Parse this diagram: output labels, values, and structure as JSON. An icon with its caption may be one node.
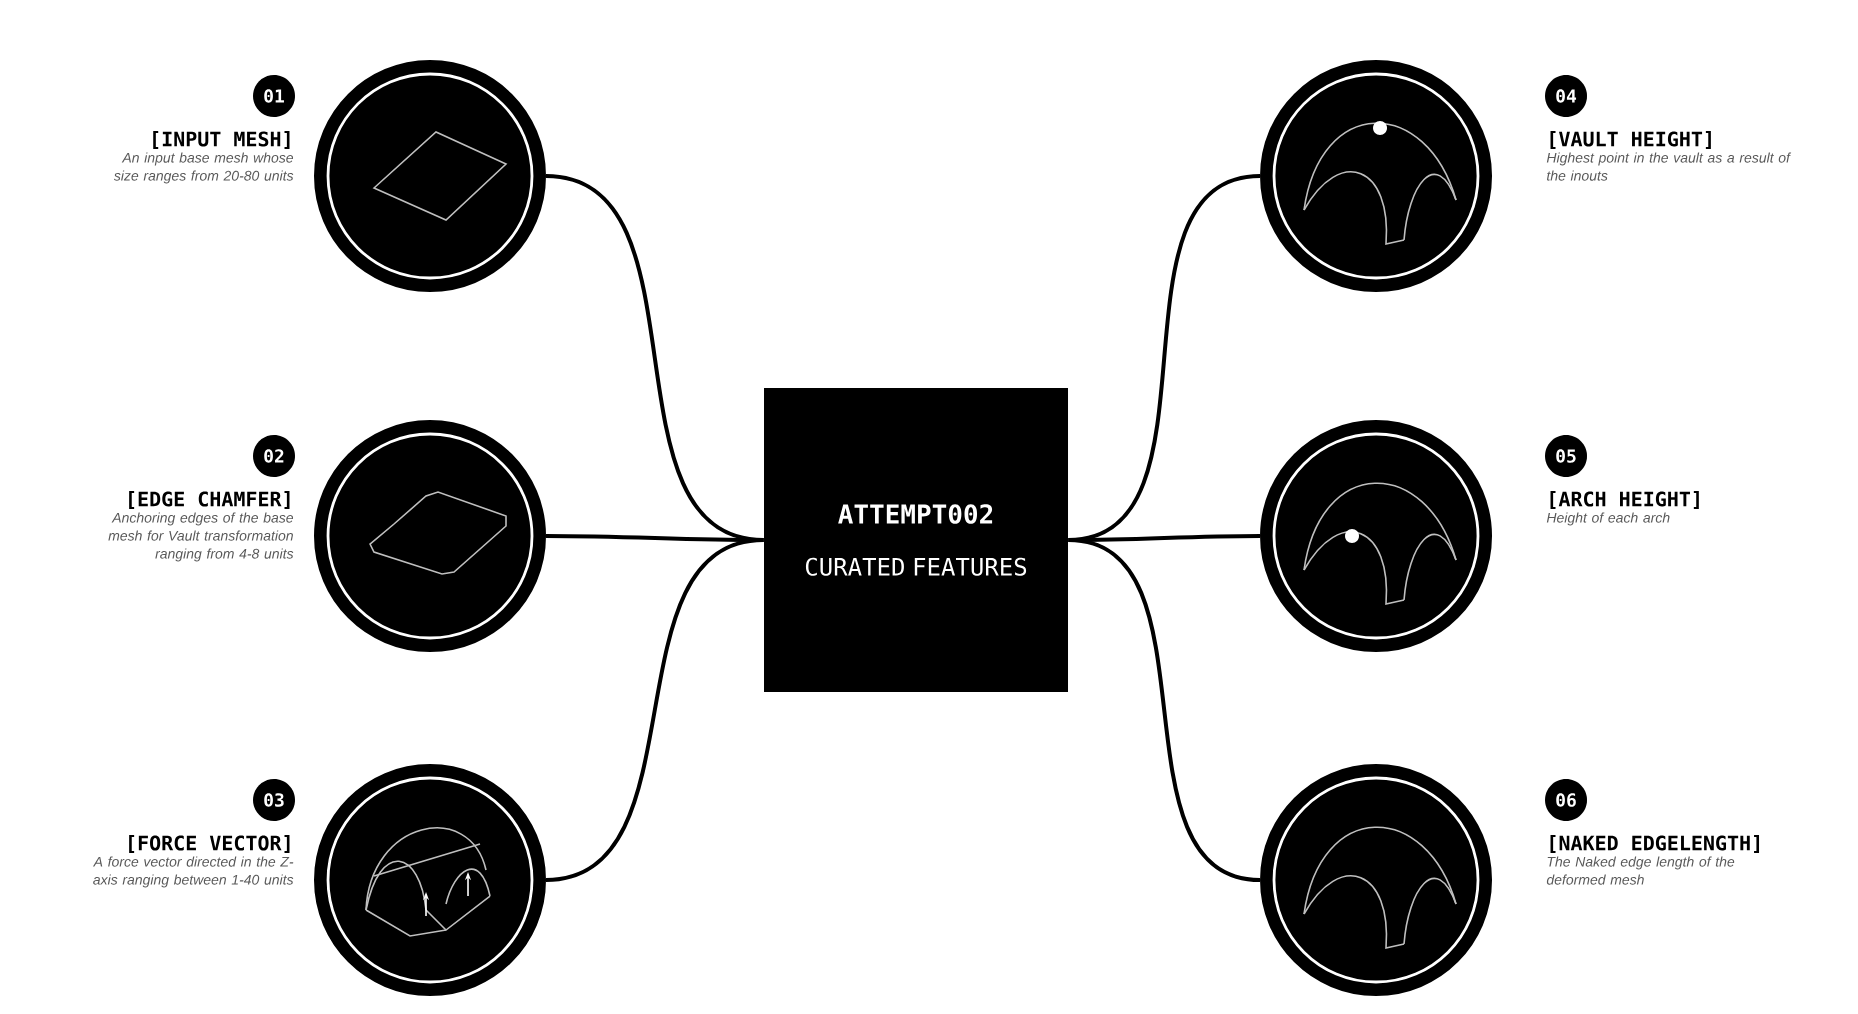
{
  "diagram": {
    "nodes": [
      {
        "text": [
          "ATTEMPT002",
          "CURATED FEATURES"
        ]
      },
      {
        "text": [],
        "shape": "picture",
        "beside": [
          "01",
          "[INPUT MESH]",
          "An input base mesh whose size ranges from 20-80 units"
        ]
      },
      {
        "text": [],
        "shape": "picture",
        "beside": [
          "02",
          "[EDGE CHAMFER]",
          "Anchoring edges of the base mesh for Vault transformation ranging from 4-8 units"
        ]
      },
      {
        "text": [],
        "shape": "picture",
        "beside": [
          "03",
          "[FORCE VECTOR]",
          "A force vector directed in the Z-axis ranging between 1-40 units"
        ]
      },
      {
        "text": [],
        "shape": "picture",
        "beside": [
          "04",
          "[VAULT HEIGHT]",
          "Highest point in the vault as a result of the inouts"
        ]
      },
      {
        "text": [],
        "shape": "picture",
        "beside": [
          "05",
          "[ARCH HEIGHT]",
          "Height of each arch"
        ]
      },
      {
        "text": [],
        "shape": "picture",
        "beside": [
          "06",
          "[NAKED EDGELENGTH]",
          "The Naked edge length of the deformed mesh"
        ]
      }
    ],
    "edges": [
      {
        "from": 1,
        "to": 0,
        "arrow": "none"
      },
      {
        "from": 2,
        "to": 0,
        "arrow": "none"
      },
      {
        "from": 3,
        "to": 0,
        "arrow": "none"
      },
      {
        "from": 4,
        "to": 0,
        "arrow": "none"
      },
      {
        "from": 5,
        "to": 0,
        "arrow": "none"
      },
      {
        "from": 6,
        "to": 0,
        "arrow": "none"
      }
    ]
  }
}
